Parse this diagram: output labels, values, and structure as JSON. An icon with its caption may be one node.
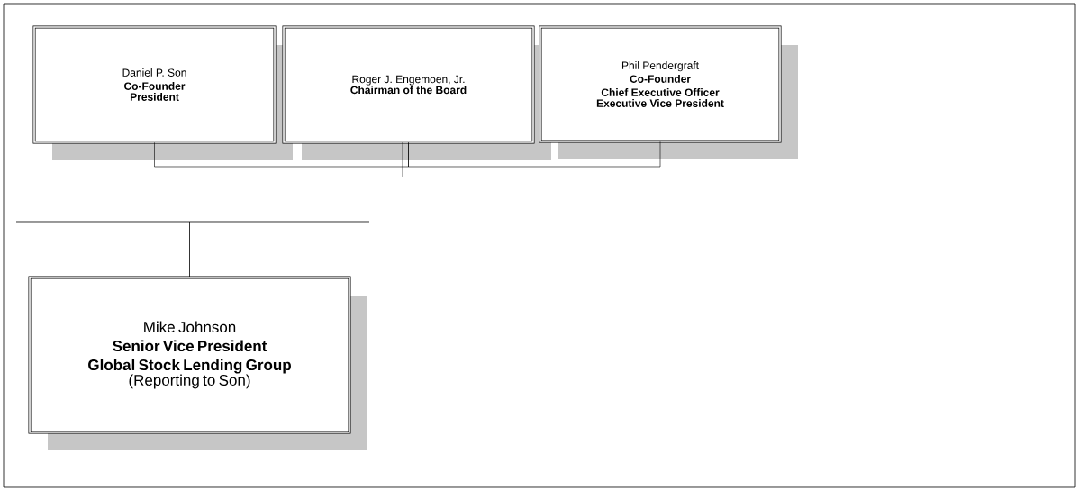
{
  "diagram": {
    "nodes": [
      {
        "text": [
          "Daniel P. Son",
          "Co-Founder",
          "President"
        ]
      },
      {
        "text": [
          "Roger J. Engemoen, Jr.",
          "Chairman of the Board"
        ]
      },
      {
        "text": [
          "Phil Pendergraft",
          "Co-Founder",
          "Chief Executive Officer",
          "Executive Vice President"
        ]
      },
      {
        "text": [
          "Mike Johnson",
          "Senior Vice President",
          "Global Stock Lending Group",
          "(Reporting to Son)"
        ]
      }
    ],
    "edges": [
      {
        "from": 0,
        "to": 1,
        "arrow": "none"
      },
      {
        "from": 2,
        "to": 1,
        "arrow": "none"
      },
      {
        "from": null,
        "to": 3,
        "arrow": "none"
      }
    ]
  }
}
